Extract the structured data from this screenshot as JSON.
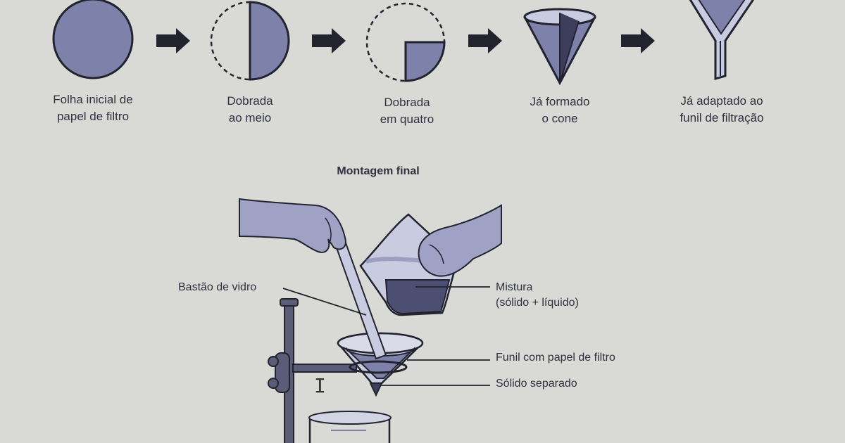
{
  "steps": [
    {
      "line1": "Folha inicial de",
      "line2": "papel de filtro"
    },
    {
      "line1": "Dobrada",
      "line2": "ao meio"
    },
    {
      "line1": "Dobrada",
      "line2": "em quatro"
    },
    {
      "line1": "Já formado",
      "line2": "o cone"
    },
    {
      "line1": "Já adaptado ao",
      "line2": "funil de filtração"
    }
  ],
  "assembly": {
    "title": "Montagem final",
    "labels": {
      "rod": "Bastão de vidro",
      "mixture_line1": "Mistura",
      "mixture_line2": "(sólido + líquido)",
      "funnel": "Funil com papel de filtro",
      "solid": "Sólido separado"
    }
  },
  "colors": {
    "fill": "#7e82aa",
    "dark_fill": "#3c3e5c",
    "outline": "#22232f",
    "glass": "#c9cbe0"
  },
  "icons": [
    "arrow-icon",
    "text-cursor-icon"
  ]
}
